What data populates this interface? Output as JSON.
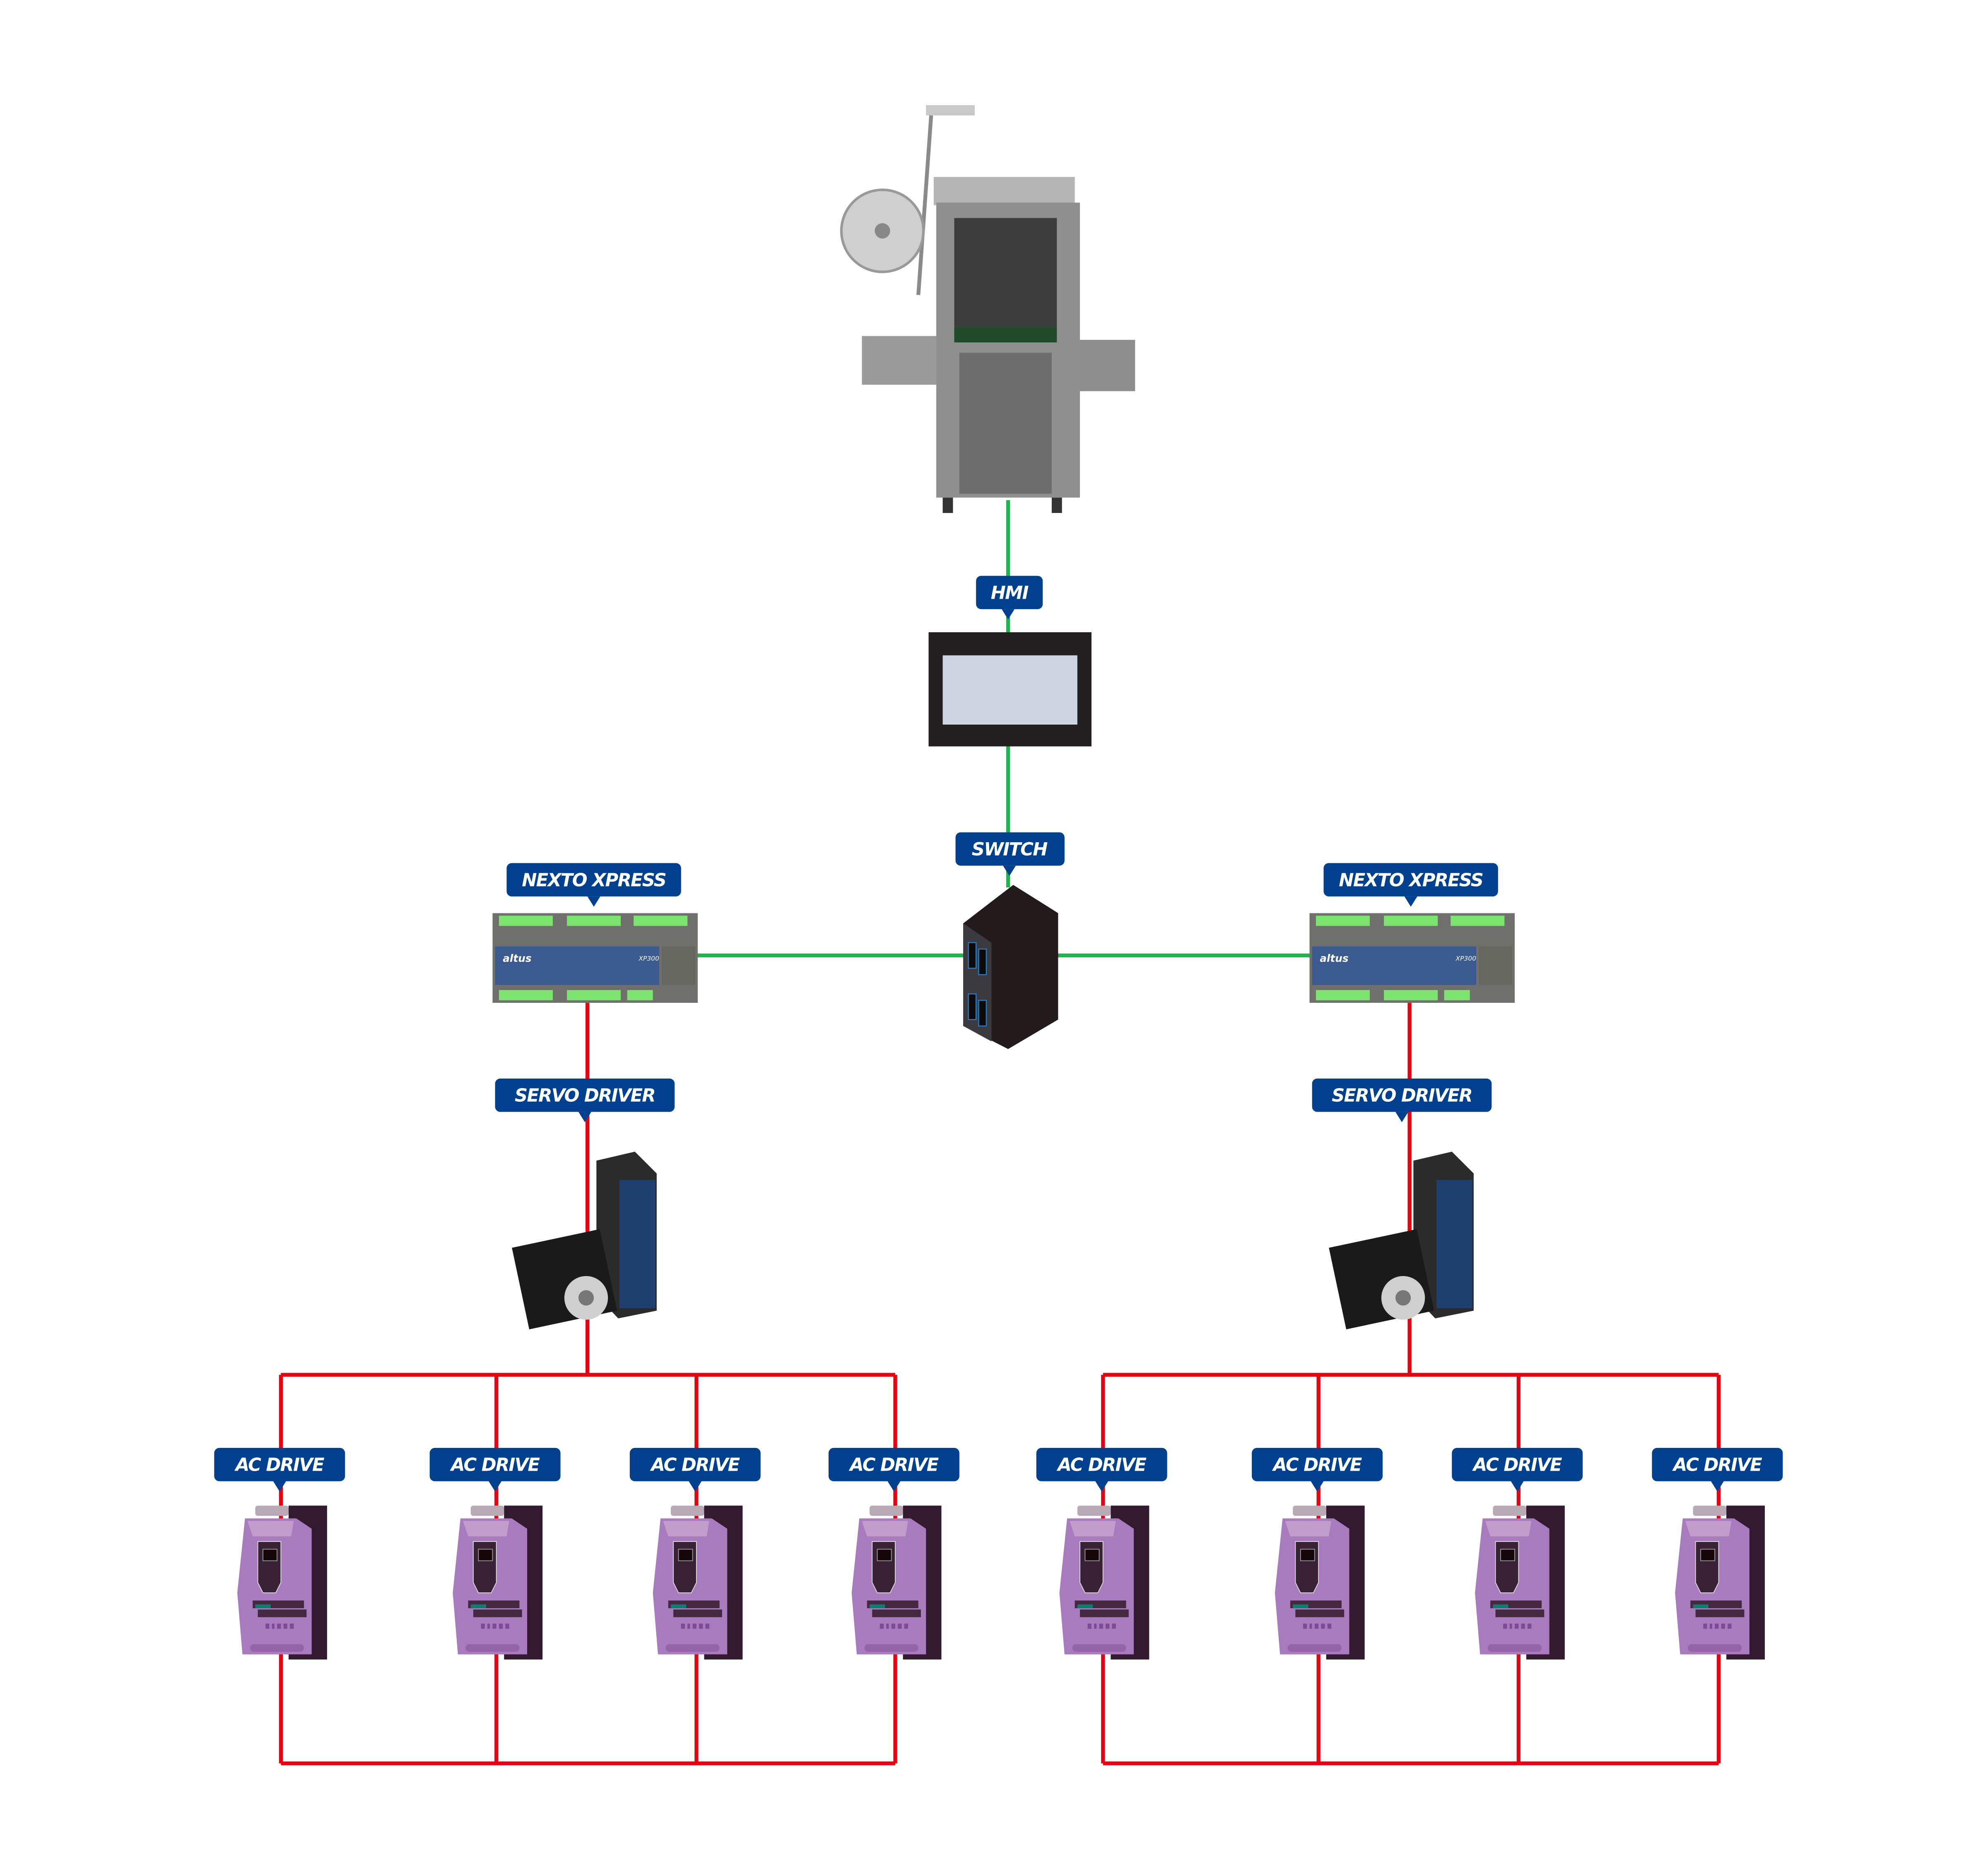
{
  "colors": {
    "label_bg": "#00408f",
    "ethernet_line": "#22b14c",
    "fieldbus_line": "#e20613",
    "drive_body": "#a77bbd",
    "switch_body": "#231a1c"
  },
  "machine": {
    "icon": "sleeve-labeling-machine-icon"
  },
  "hmi": {
    "label": "HMI",
    "icon": "touch-panel-icon"
  },
  "switch": {
    "label": "SWITCH",
    "icon": "network-switch-icon"
  },
  "plcs": [
    {
      "label": "NEXTO XPRESS",
      "brand": "altus",
      "model": "XP300"
    },
    {
      "label": "NEXTO XPRESS",
      "brand": "altus",
      "model": "XP300"
    }
  ],
  "servos": [
    {
      "label": "SERVO DRIVER"
    },
    {
      "label": "SERVO DRIVER"
    }
  ],
  "ac_drives": [
    {
      "label": "AC DRIVE"
    },
    {
      "label": "AC DRIVE"
    },
    {
      "label": "AC DRIVE"
    },
    {
      "label": "AC DRIVE"
    },
    {
      "label": "AC DRIVE"
    },
    {
      "label": "AC DRIVE"
    },
    {
      "label": "AC DRIVE"
    },
    {
      "label": "AC DRIVE"
    }
  ]
}
